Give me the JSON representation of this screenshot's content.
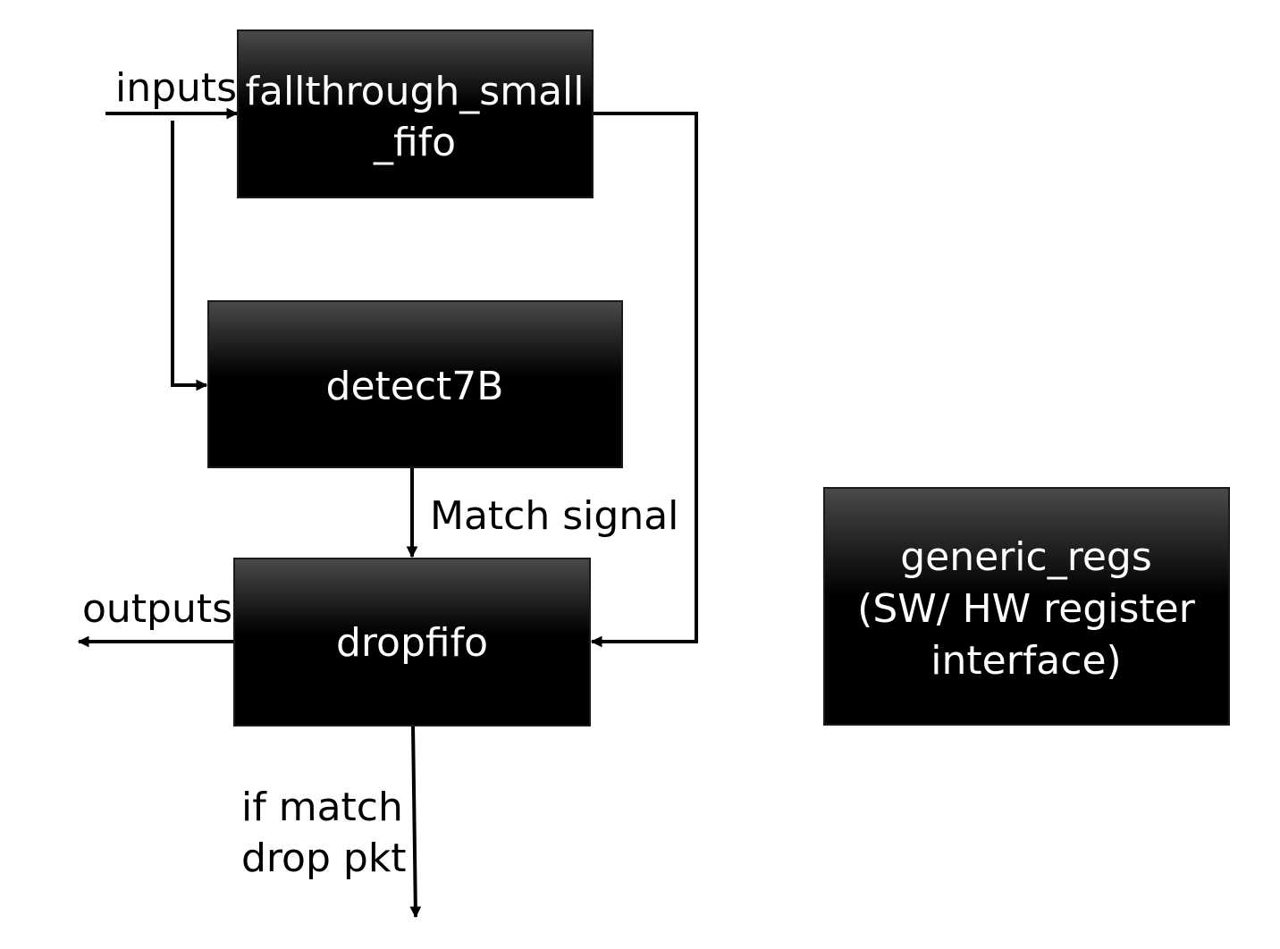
{
  "colors": {
    "box_top": "#4a4a4a",
    "box_bottom": "#000000",
    "box_border": "#1a1a1a",
    "wire": "#000000",
    "box_text": "#ffffff",
    "label_text": "#000000"
  },
  "blocks": {
    "fallthrough_fifo": {
      "lines": [
        "fallthrough_small",
        "_fifo"
      ]
    },
    "detect7b": {
      "lines": [
        "detect7B"
      ]
    },
    "dropfifo": {
      "lines": [
        "dropfifo"
      ]
    },
    "generic_regs": {
      "lines": [
        "generic_regs",
        "(SW/ HW register",
        "interface)"
      ]
    }
  },
  "labels": {
    "inputs": "inputs",
    "match_signal": "Match signal",
    "outputs": "outputs",
    "drop_line1": "if match",
    "drop_line2": "drop pkt"
  }
}
